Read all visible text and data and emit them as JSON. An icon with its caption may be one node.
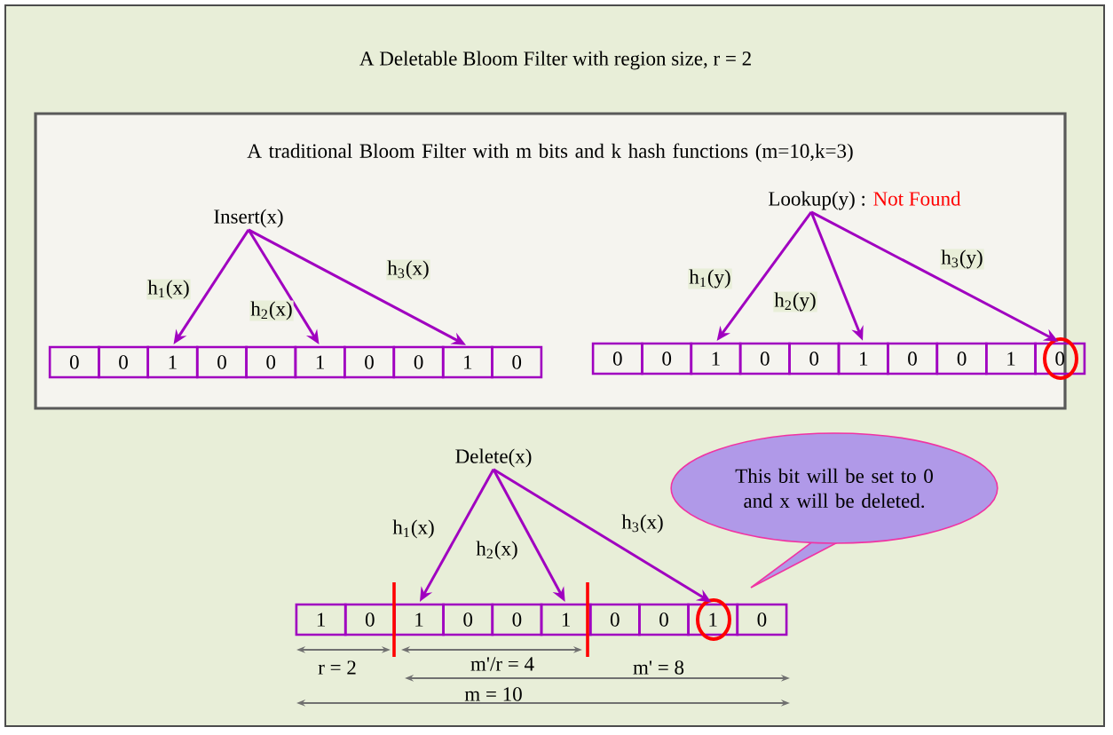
{
  "diagram": {
    "title": "A Deletable Bloom Filter with region size, r = 2",
    "nodes": [
      {
        "text": [
          "A traditional Bloom Filter with m bits and k hash functions (m=10,k=3)"
        ]
      },
      {
        "text": [
          "Insert(x)"
        ],
        "in": 0
      },
      {
        "text": [
          "0"
        ],
        "in": 0
      },
      {
        "text": [
          "0"
        ],
        "in": 0
      },
      {
        "text": [
          "1"
        ],
        "in": 0
      },
      {
        "text": [
          "0"
        ],
        "in": 0
      },
      {
        "text": [
          "0"
        ],
        "in": 0
      },
      {
        "text": [
          "1"
        ],
        "in": 0
      },
      {
        "text": [
          "0"
        ],
        "in": 0
      },
      {
        "text": [
          "0"
        ],
        "in": 0
      },
      {
        "text": [
          "1"
        ],
        "in": 0
      },
      {
        "text": [
          "0"
        ],
        "in": 0
      },
      {
        "text": [
          "Lookup(y) :",
          "Not Found"
        ],
        "in": 0
      },
      {
        "text": [
          "0"
        ],
        "in": 0
      },
      {
        "text": [
          "0"
        ],
        "in": 0
      },
      {
        "text": [
          "1"
        ],
        "in": 0
      },
      {
        "text": [
          "0"
        ],
        "in": 0
      },
      {
        "text": [
          "0"
        ],
        "in": 0
      },
      {
        "text": [
          "1"
        ],
        "in": 0
      },
      {
        "text": [
          "0"
        ],
        "in": 0
      },
      {
        "text": [
          "0"
        ],
        "in": 0
      },
      {
        "text": [
          "1"
        ],
        "in": 0
      },
      {
        "text": [
          "0"
        ],
        "in": 0
      },
      {
        "text": [
          "Delete(x)"
        ]
      },
      {
        "text": [
          "1"
        ]
      },
      {
        "text": [
          "0"
        ]
      },
      {
        "text": [
          "1"
        ]
      },
      {
        "text": [
          "0"
        ]
      },
      {
        "text": [
          "0"
        ]
      },
      {
        "text": [
          "1"
        ]
      },
      {
        "text": [
          "0"
        ]
      },
      {
        "text": [
          "0"
        ]
      },
      {
        "text": [
          "1"
        ]
      },
      {
        "text": [
          "0"
        ]
      },
      {
        "text": [
          "This bit will be set to 0 and x will be deleted."
        ]
      }
    ],
    "edges": [
      {
        "from": 1,
        "to": 4,
        "arrow": "to",
        "label": "h$_{1}$(x)"
      },
      {
        "from": 1,
        "to": 7,
        "arrow": "to",
        "label": "h$_{2}$(x)"
      },
      {
        "from": 1,
        "to": 10,
        "arrow": "to",
        "label": "h$_{3}$(x)"
      },
      {
        "from": 12,
        "to": 15,
        "arrow": "to",
        "label": "h$_{1}$(y)"
      },
      {
        "from": 12,
        "to": 18,
        "arrow": "to",
        "label": "h$_{2}$(y)"
      },
      {
        "from": 12,
        "to": 22,
        "arrow": "to",
        "label": "h$_{3}$(y)"
      },
      {
        "from": 23,
        "to": 26,
        "arrow": "to",
        "label": "h$_{1}$(x)"
      },
      {
        "from": 23,
        "to": 29,
        "arrow": "to",
        "label": "h$_{2}$(x)"
      },
      {
        "from": 23,
        "to": 32,
        "arrow": "to",
        "label": "h$_{3}$(x)"
      }
    ],
    "labels": [
      "r = 2",
      "m'/r = 4",
      "m' = 8",
      "m = 10"
    ]
  }
}
